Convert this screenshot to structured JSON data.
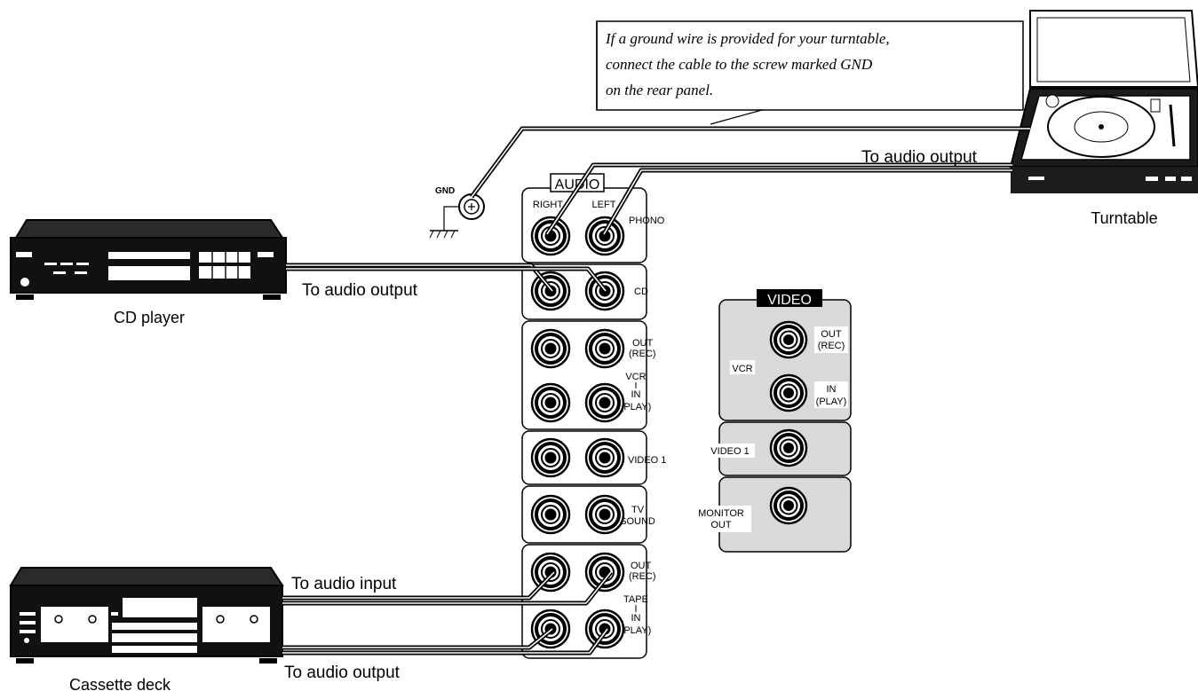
{
  "note": {
    "line1": "If a ground wire is provided for your turntable,",
    "line2": "connect the cable to the screw marked GND",
    "line3": "on the rear panel."
  },
  "ground": {
    "label": "GND"
  },
  "devices": {
    "turntable": "Turntable",
    "cd_player": "CD player",
    "cassette_deck": "Cassette deck"
  },
  "cables": {
    "turntable": "To audio output",
    "cd": "To audio output",
    "tape_in": "To audio input",
    "tape_out": "To audio output"
  },
  "audio_panel": {
    "title": "AUDIO",
    "right": "RIGHT",
    "left": "LEFT",
    "phono": "PHONO",
    "cd": "CD",
    "vcr_out": "OUT",
    "vcr_out_rec": "(REC)",
    "vcr": "VCR",
    "vcr_in": "IN",
    "vcr_in_play": "(PLAY)",
    "video1": "VIDEO 1",
    "tv": "TV",
    "sound": "SOUND",
    "tape_out": "OUT",
    "tape_out_rec": "(REC)",
    "tape": "TAPE",
    "tape_in": "IN",
    "tape_in_play": "(PLAY)"
  },
  "video_panel": {
    "title": "VIDEO",
    "out": "OUT",
    "out_rec": "(REC)",
    "vcr": "VCR",
    "in": "IN",
    "in_play": "(PLAY)",
    "video1": "VIDEO 1",
    "monitor": "MONITOR",
    "monitor_out": "OUT"
  },
  "colors": {
    "panel_fill": "#d9d9d9",
    "ink": "#000000"
  }
}
